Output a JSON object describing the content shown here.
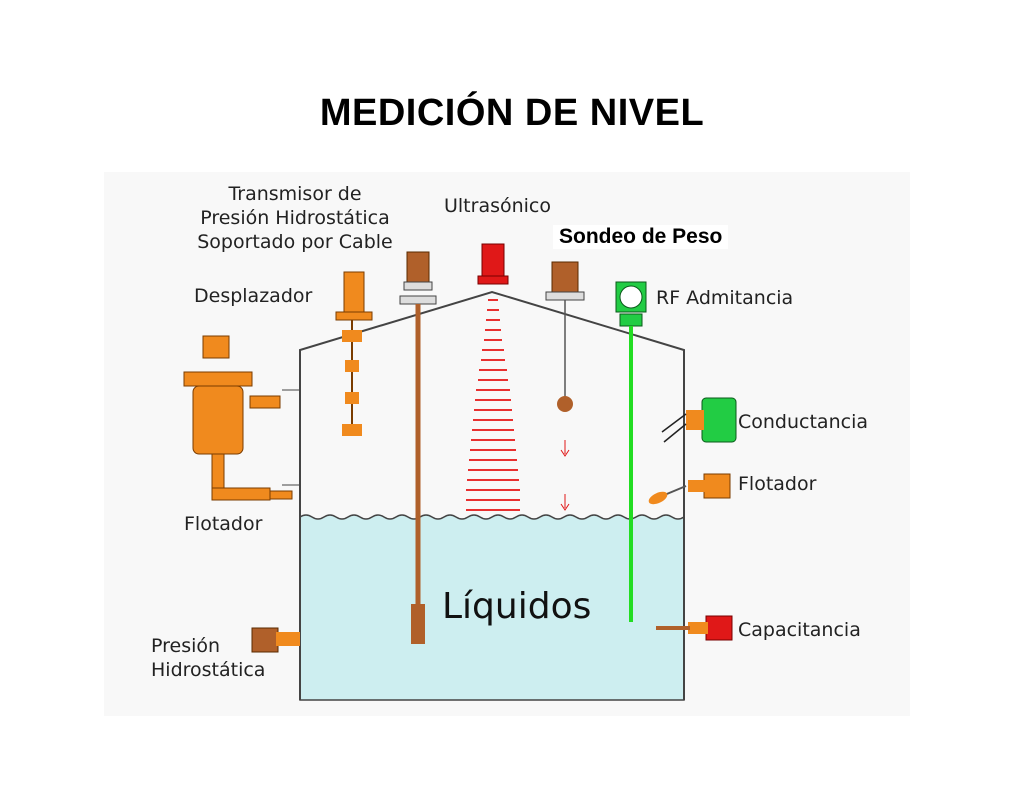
{
  "title": "MEDICIÓN DE NIVEL",
  "labels": {
    "cable_transmitter": [
      "Transmisor de",
      "Presión Hidrostática",
      "Soportado por Cable"
    ],
    "ultrasonic": "Ultrasónico",
    "weight_probe": "Sondeo de Peso",
    "displacer": "Desplazador",
    "rf_admittance": "RF Admitancia",
    "conductance": "Conductancia",
    "float_right": "Flotador",
    "float_left": "Flotador",
    "liquids": "Líquidos",
    "hydrostatic_pressure": [
      "Presión",
      "Hidrostática"
    ],
    "capacitance": "Capacitancia"
  },
  "colors": {
    "liquid": "#cdeef0",
    "instrument_orange": "#f08a1e",
    "cable_brown": "#b0602a",
    "ultrasonic_red": "#e01818",
    "rf_green": "#22dd22",
    "vessel_outline": "#444444"
  }
}
